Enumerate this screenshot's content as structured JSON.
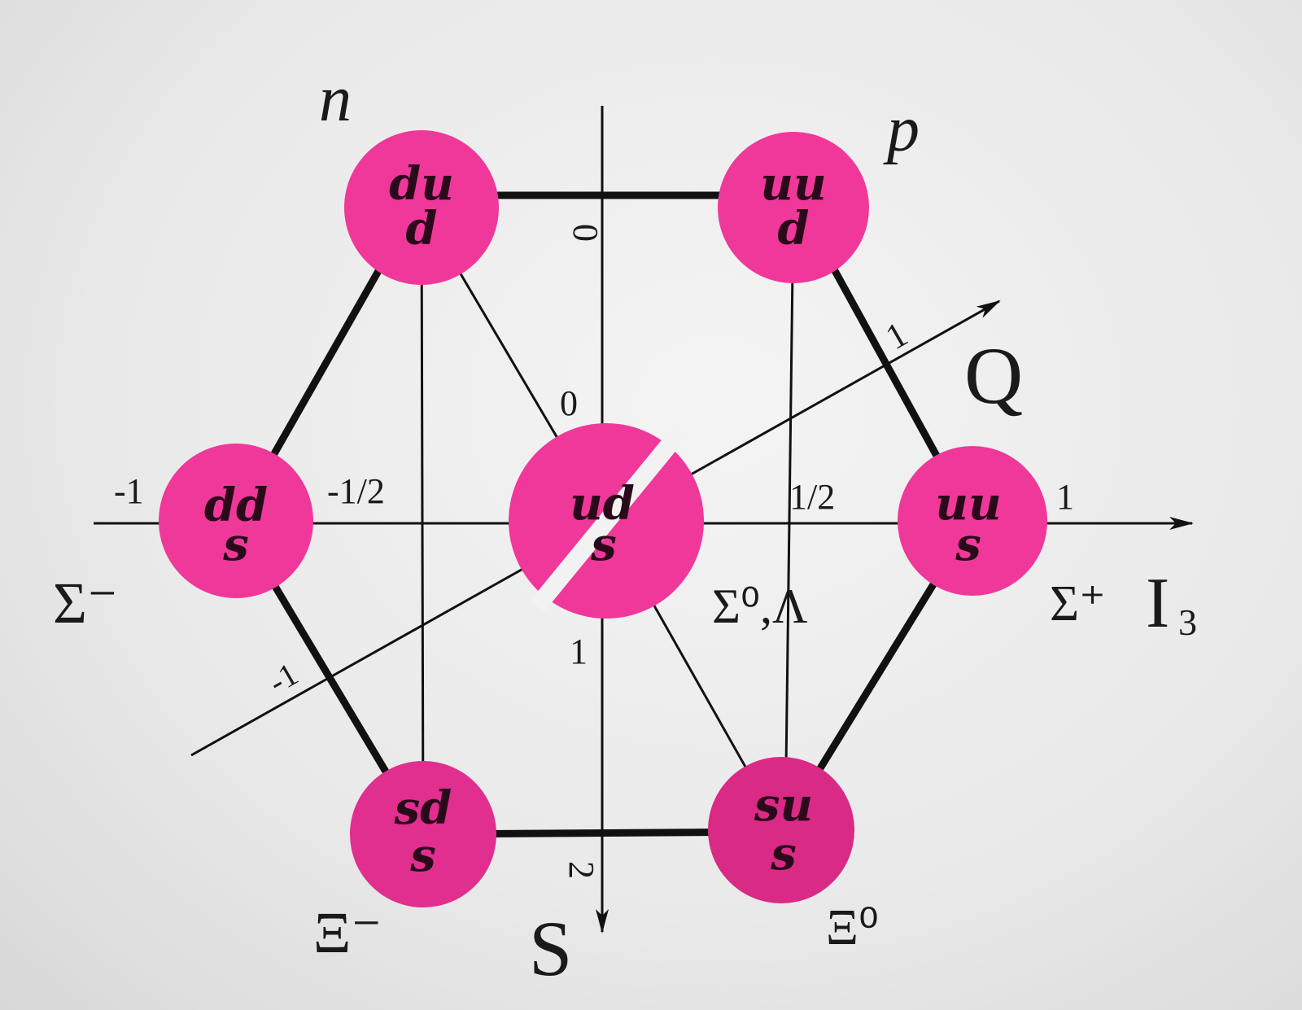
{
  "particles": [
    {
      "id": "n",
      "name": "n",
      "quarks_top": "du",
      "quarks_bottom": "d"
    },
    {
      "id": "p",
      "name": "p",
      "quarks_top": "uu",
      "quarks_bottom": "d"
    },
    {
      "id": "sigma_minus",
      "name": "Σ⁻",
      "quarks_top": "dd",
      "quarks_bottom": "s"
    },
    {
      "id": "sigma_zero_lambda",
      "name": "Σ⁰,Λ",
      "quarks_top": "ud",
      "quarks_bottom": "s"
    },
    {
      "id": "sigma_plus",
      "name": "Σ⁺",
      "quarks_top": "uu",
      "quarks_bottom": "s"
    },
    {
      "id": "xi_minus",
      "name": "Ξ⁻",
      "quarks_top": "sd",
      "quarks_bottom": "s"
    },
    {
      "id": "xi_zero",
      "name": "Ξ⁰",
      "quarks_top": "su",
      "quarks_bottom": "s"
    }
  ],
  "axes": {
    "i3": {
      "label": "I",
      "subscript": "3",
      "ticks": [
        "-1",
        "-1/2",
        "1/2",
        "1"
      ]
    },
    "s": {
      "label": "S",
      "ticks": [
        "0",
        "1",
        "2"
      ]
    },
    "q": {
      "label": "Q",
      "ticks": [
        "1",
        "-1"
      ]
    },
    "center_zero": "0"
  },
  "colors": {
    "circle": "#f0389a",
    "circle_dark": "#d92a86",
    "line": "#111111"
  }
}
